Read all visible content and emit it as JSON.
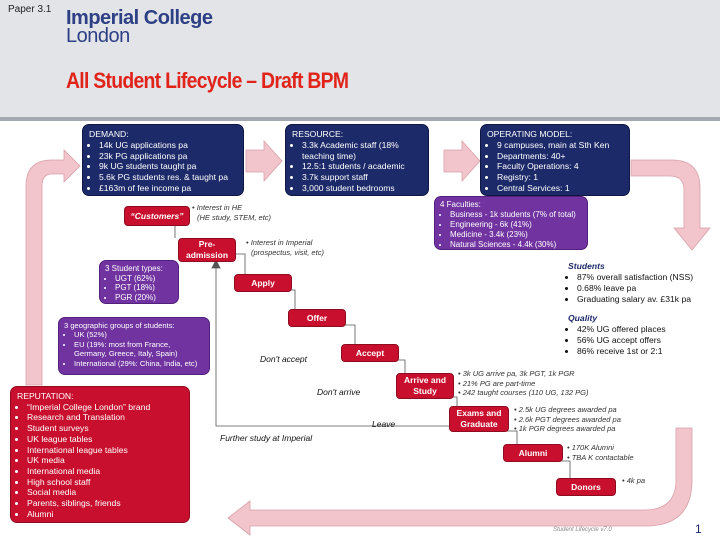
{
  "header": {
    "paper_ref": "Paper 3.1",
    "logo_line1": "Imperial College",
    "logo_line2": "London",
    "title": "All Student Lifecycle – Draft BPM"
  },
  "demand": {
    "heading": "DEMAND:",
    "items": [
      "14k UG applications pa",
      "23k PG applications pa",
      "9k UG students taught pa",
      "5.6k PG students res. & taught pa",
      "£163m of fee income pa"
    ]
  },
  "resource": {
    "heading": "RESOURCE:",
    "items": [
      "3.3k Academic staff (18% teaching time)",
      "12.5:1 students / academic",
      "3.7k support staff",
      "3,000 student bedrooms"
    ]
  },
  "operating": {
    "heading": "OPERATING MODEL:",
    "items": [
      "9 campuses, main at Sth Ken",
      "Departments: 40+",
      "Faculty Operations: 4",
      "Registry: 1",
      "Central Services: 1"
    ]
  },
  "faculties": {
    "heading": "4 Faculties:",
    "items": [
      "Business - 1k students (7% of total)",
      "Engineering - 6k (41%)",
      "Medicine - 3.4k (23%)",
      "Natural Sciences  - 4.4k (30%)"
    ]
  },
  "student_types": {
    "heading": "3  Student types:",
    "items": [
      "UGT (62%)",
      "PGT (18%)",
      "PGR (20%)"
    ]
  },
  "geo": {
    "heading": "3 geographic groups of students:",
    "items": [
      "UK (52%)",
      "EU (19%: most from France, Germany, Greece, Italy, Spain)",
      "International (29%: China, India, etc)"
    ]
  },
  "reputation": {
    "heading": "REPUTATION:",
    "items": [
      "“Imperial College London” brand",
      "Research and Translation",
      "Student surveys",
      "UK league tables",
      "International league tables",
      "UK media",
      "International media",
      "High school staff",
      "Social media",
      "Parents, siblings, friends",
      "Alumni"
    ]
  },
  "steps": {
    "customers": "“Customers”",
    "pre_admission": "Pre-admission",
    "apply": "Apply",
    "offer": "Offer",
    "accept": "Accept",
    "arrive": "Arrive and Study",
    "exams": "Exams and Graduate",
    "alumni": "Alumni",
    "donors": "Donors"
  },
  "notes": {
    "interest_he": [
      "Interest in HE",
      "(HE study, STEM, etc)"
    ],
    "interest_imperial": [
      "Interest in Imperial",
      "(prospectus, visit, etc)"
    ],
    "arrive_items": [
      "3k UG arrive pa, 3k PGT, 1k PGR",
      "21% PG are part-time",
      "242 taught courses  (110 UG, 132 PG)"
    ],
    "exams_items": [
      "2.5k UG degrees awarded pa",
      "2.6k PGT degrees awarded pa",
      "1k PGR degrees awarded pa"
    ],
    "alumni_items": [
      "170K Alumni",
      "TBA K contactable"
    ],
    "donors_items": [
      "4k pa"
    ]
  },
  "labels": {
    "dont_accept": "Don't accept",
    "dont_arrive": "Don't arrive",
    "leave": "Leave",
    "further_study": "Further study at Imperial"
  },
  "students": {
    "heading": "Students",
    "items": [
      "87% overall satisfaction (NSS)",
      "0.68% leave pa",
      "Graduating salary av. £31k pa"
    ],
    "quality_heading": "Quality",
    "quality_items": [
      "42% UG offered places",
      "56% UG accept offers",
      "86% receive 1st  or 2:1"
    ]
  },
  "footer": {
    "doc_ref": "Student Lifecycle v7.0",
    "page": "1"
  },
  "colors": {
    "navy": "#1d2a69",
    "purple": "#7033a0",
    "red": "#c8102e",
    "flow_arrow": "#f2c4cb",
    "title_red": "#e1231a"
  }
}
